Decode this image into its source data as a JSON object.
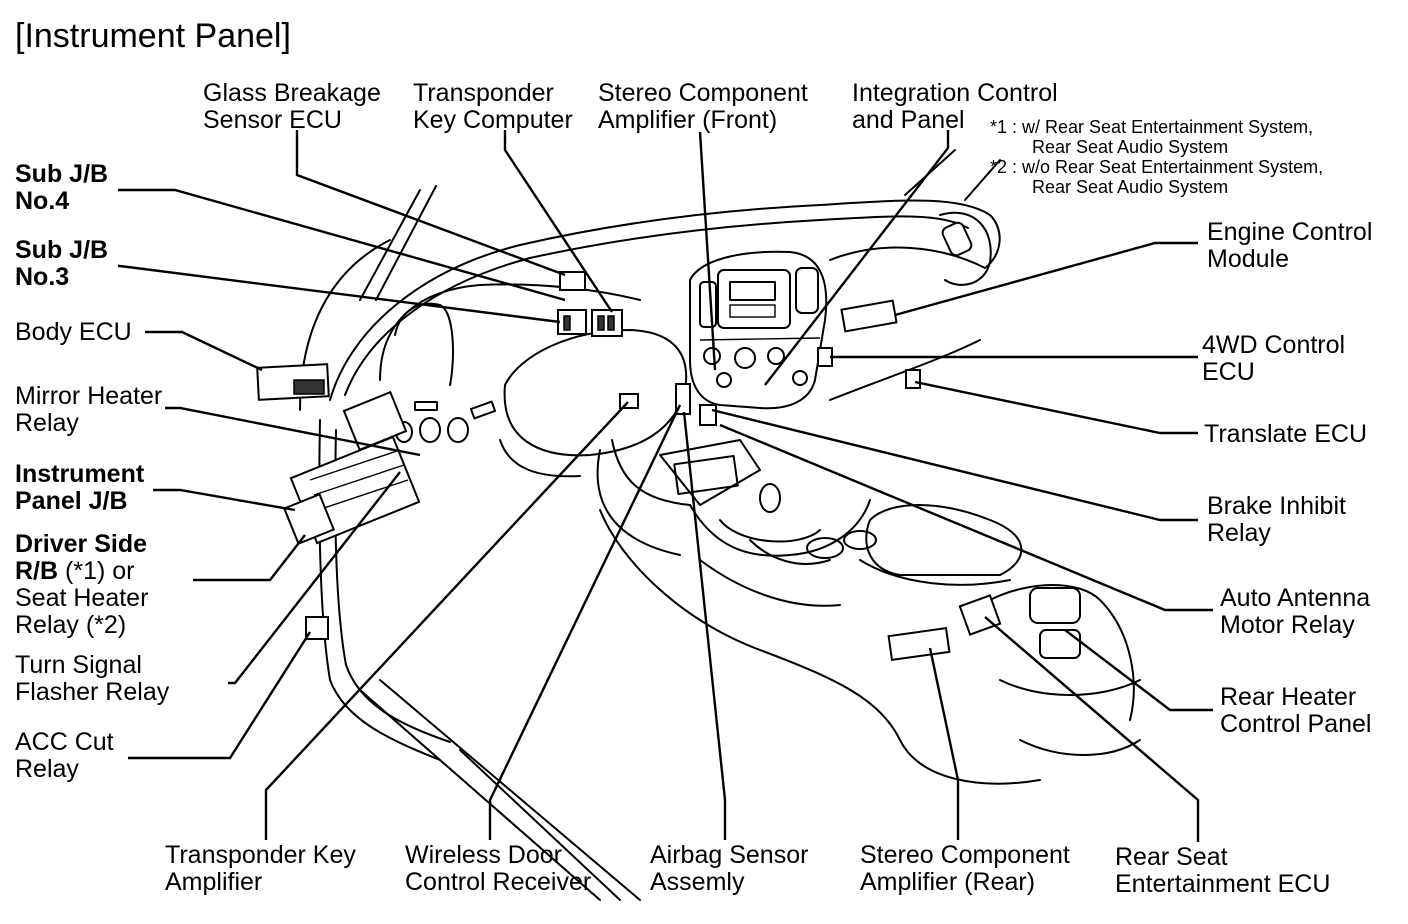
{
  "title": "[Instrument Panel]",
  "notes": {
    "n1_line1": "*1 : w/ Rear Seat Entertainment System,",
    "n1_line2": "Rear Seat Audio System",
    "n2_line1": "*2 : w/o Rear Seat Entertainment System,",
    "n2_line2": "Rear Seat Audio System"
  },
  "labels": {
    "glass_breakage": [
      "Glass Breakage",
      "Sensor ECU"
    ],
    "transponder_key_computer": [
      "Transponder",
      "Key Computer"
    ],
    "stereo_front": [
      "Stereo Component",
      "Amplifier (Front)"
    ],
    "integration_control": [
      "Integration Control",
      "and Panel"
    ],
    "sub_jb4": [
      "Sub J/B",
      "No.4"
    ],
    "sub_jb3": [
      "Sub J/B",
      "No.3"
    ],
    "body_ecu": [
      "Body ECU"
    ],
    "mirror_heater": [
      "Mirror Heater",
      "Relay"
    ],
    "instrument_panel_jb": [
      "Instrument",
      "Panel J/B"
    ],
    "driver_side_rb": {
      "line1": "Driver Side",
      "line2_bold": "R/B",
      "line2_rest": " (*1) or",
      "line3": "Seat Heater",
      "line4": "Relay (*2)"
    },
    "turn_signal": [
      "Turn Signal",
      "Flasher Relay"
    ],
    "acc_cut": [
      "ACC Cut",
      "Relay"
    ],
    "engine_control": [
      "Engine Control",
      "Module"
    ],
    "wd_control": [
      "4WD Control",
      "ECU"
    ],
    "translate_ecu": [
      "Translate ECU"
    ],
    "brake_inhibit": [
      "Brake Inhibit",
      "Relay"
    ],
    "auto_antenna": [
      "Auto Antenna",
      "Motor Relay"
    ],
    "rear_heater": [
      "Rear Heater",
      "Control Panel"
    ],
    "transponder_key_amp": [
      "Transponder Key",
      "Amplifier"
    ],
    "wireless_door": [
      "Wireless Door",
      "Control Receiver"
    ],
    "airbag_sensor": [
      "Airbag Sensor",
      "Assemly"
    ],
    "stereo_rear": [
      "Stereo Component",
      "Amplifier (Rear)"
    ],
    "rear_seat_ecu": [
      "Rear Seat",
      "Entertainment ECU"
    ]
  }
}
